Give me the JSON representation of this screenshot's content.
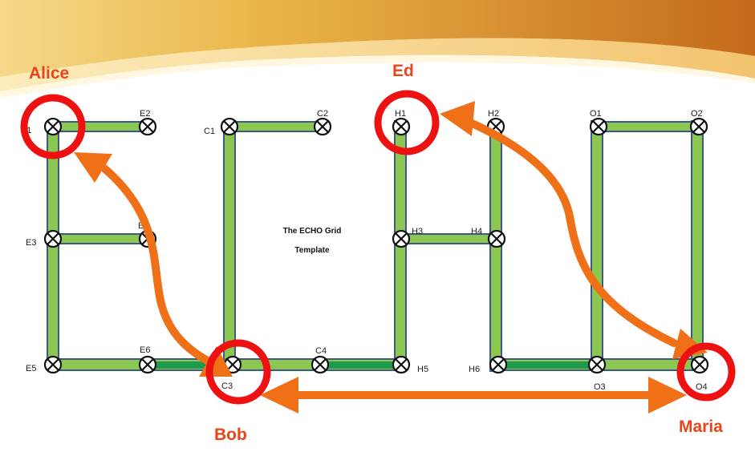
{
  "title": {
    "line1": "The ECHO Grid",
    "line2": "Template"
  },
  "people": {
    "alice": "Alice",
    "ed": "Ed",
    "bob": "Bob",
    "maria": "Maria"
  },
  "nodes": {
    "E1": "E1",
    "E2": "E2",
    "E3": "E3",
    "E4": "E4",
    "E5": "E5",
    "E6": "E6",
    "C1": "C1",
    "C2": "C2",
    "C3": "C3",
    "C4": "C4",
    "H1": "H1",
    "H2": "H2",
    "H3": "H3",
    "H4": "H4",
    "H5": "H5",
    "H6": "H6",
    "O1": "O1",
    "O2": "O2",
    "O3": "O3",
    "O4": "O4"
  },
  "colors": {
    "banner": "#e6a22c",
    "banner_dark": "#c9761c",
    "line_fill": "#8cc751",
    "line_border": "#3d5a8a",
    "line_highlight": "#1f9a4a",
    "arrow": "#f07018",
    "ring": "#ee1111",
    "person_text": "#e8461a"
  }
}
